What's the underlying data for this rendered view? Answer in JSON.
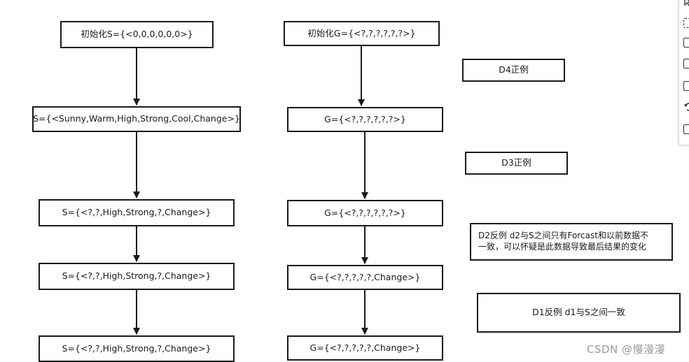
{
  "specific_boundary": {
    "init": "初始化S={<0,0,0,0,0,0>}",
    "s1": "S={<Sunny,Warm,High,Strong,Cool,Change>}",
    "s2": "S={<?,?,High,Strong,?,Change>}",
    "s3": "S={<?,?,High,Strong,?,Change>}",
    "s4": "S={<?,?,High,Strong,?,Change>}"
  },
  "general_boundary": {
    "init": "初始化G={<?,?,?,?,?,?>}",
    "g1": "G={<?,?,?,?,?,?>}",
    "g2": "G={<?,?,?,?,?,?>}",
    "g3": "G={<?,?,?,?,?,Change>}",
    "g4": "G={<?,?,?,?,?,Change>}"
  },
  "annotations": {
    "d4": "D4正例",
    "d3": "D3正例",
    "d2_line1": "D2反例 d2与S之间只有Forcast和以前数据不",
    "d2_line2": "一致，可以怀疑是此数据导致最后结果的变化",
    "d1": "D1反例 d1与S之间一致"
  },
  "watermark": "CSDN @慢漫漫",
  "colors": {
    "line": "#1a1a1a",
    "watermark": "#9a9a9a"
  }
}
